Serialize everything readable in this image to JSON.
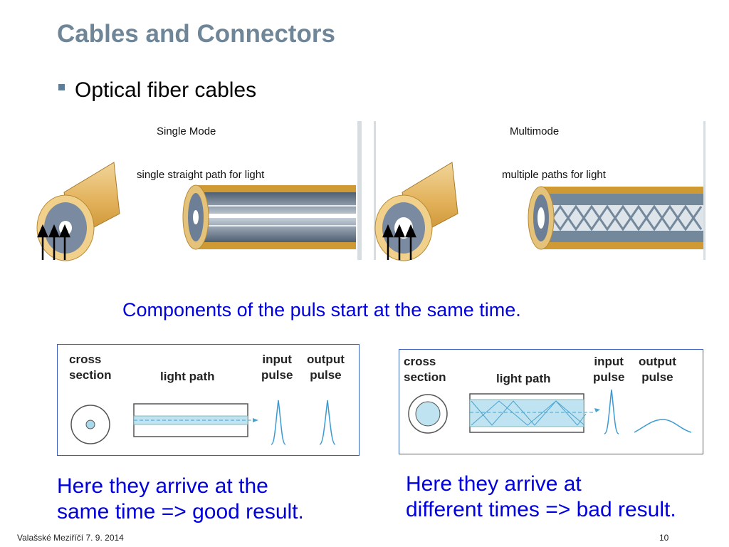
{
  "title": "Cables and Connectors",
  "bullet": "Optical fiber cables",
  "single_mode": {
    "heading": "Single Mode",
    "label_a": "single straight path",
    "label_b": "for light"
  },
  "multimode": {
    "heading": "Multimode",
    "label_a": "multiple paths for",
    "label_b": "light"
  },
  "caption": "Components of the puls start at the same time.",
  "left_box": {
    "cross_section": [
      "cross",
      "section"
    ],
    "light_path": "light path",
    "input_pulse": [
      "input",
      "pulse"
    ],
    "output_pulse": [
      "output",
      "pulse"
    ]
  },
  "right_box": {
    "cross_section": [
      "cross",
      "section"
    ],
    "light_path": "light path",
    "input_pulse": [
      "input",
      "pulse"
    ],
    "output_pulse": [
      "output",
      "pulse"
    ]
  },
  "left_result": [
    "Here they arrive at the",
    "same time => good result."
  ],
  "right_result": [
    "Here they arrive at",
    "different times => bad result."
  ],
  "footer": {
    "left": "Valašské Meziříčí 7. 9. 2014",
    "page": "10"
  }
}
